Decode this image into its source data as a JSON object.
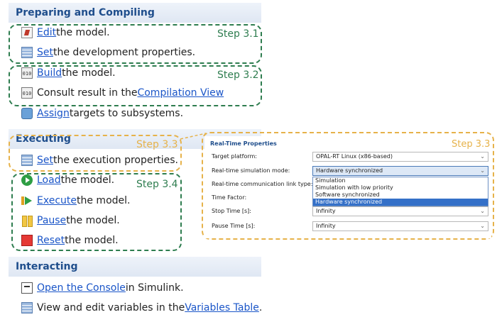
{
  "sections": {
    "preparing": "Preparing and Compiling",
    "executing": "Executing",
    "interacting": "Interacting"
  },
  "steps": {
    "s31": "Step 3.1",
    "s32": "Step 3.2",
    "s33": "Step 3.3",
    "s33b": "Step 3.3",
    "s34": "Step 3.4"
  },
  "items": {
    "edit": {
      "link": "Edit",
      "text": " the model."
    },
    "setdev": {
      "link": "Set",
      "text": "the development properties."
    },
    "build": {
      "link": "Build",
      "text": " the model."
    },
    "consult": {
      "text": "Consult result in the ",
      "link": "Compilation View"
    },
    "assign": {
      "link": "Assign",
      "text": " targets to subsystems."
    },
    "setexec": {
      "link": "Set",
      "text": " the execution properties."
    },
    "load": {
      "link": "Load",
      "text": " the model."
    },
    "execute": {
      "link": "Execute",
      "text": " the model."
    },
    "pause": {
      "link": "Pause",
      "text": " the model."
    },
    "reset": {
      "link": "Reset",
      "text": " the model."
    },
    "console": {
      "link": "Open the Console",
      "text": " in Simulink."
    },
    "variables": {
      "text": "View and edit variables in the ",
      "link": "Variables Table",
      "suffix": "."
    }
  },
  "panel": {
    "title": "Real-Time Properties",
    "fields": [
      {
        "label": "Target platform:",
        "value": "OPAL-RT Linux (x86-based)"
      },
      {
        "label": "Real-time simulation mode:",
        "value": "Hardware synchronized"
      },
      {
        "label": "Real-time communication link type:",
        "value": ""
      },
      {
        "label": "Time Factor:",
        "value": ""
      },
      {
        "label": "Stop Time [s]:",
        "value": "Infinity"
      },
      {
        "label": "Pause Time [s]:",
        "value": "Infinity"
      }
    ],
    "dropdown_options": [
      "Simulation",
      "Simulation with low priority",
      "Software synchronized",
      "Hardware synchronized"
    ],
    "selected_option": "Hardware synchronized"
  },
  "colors": {
    "step_green": "#2e7d4f",
    "step_orange": "#e6b24a",
    "link": "#1a55c8",
    "header_text": "#1f4e8c"
  }
}
